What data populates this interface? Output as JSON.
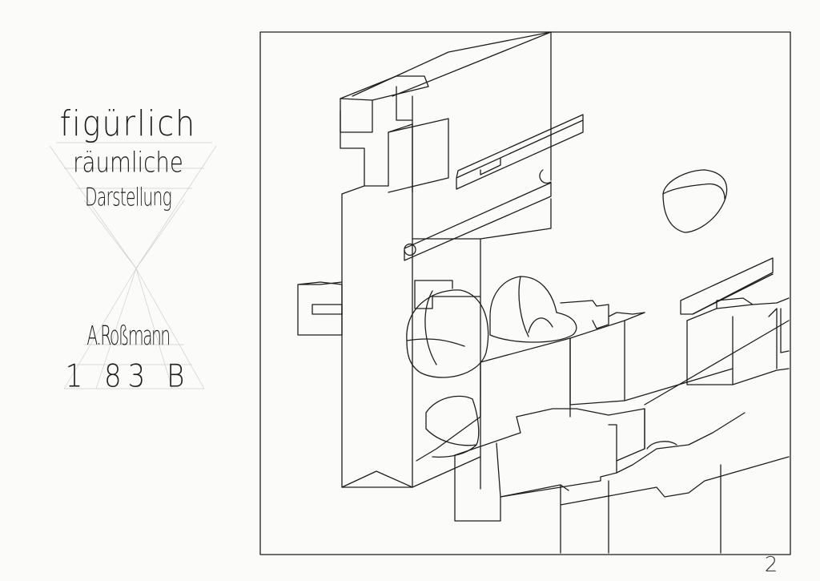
{
  "title_lines": [
    "figürlich",
    "räumliche",
    "Darstellung"
  ],
  "author": "A.Roßmann",
  "class_code": "1 83 B",
  "page_number": "2",
  "colors": {
    "ink": "#1e1e1e",
    "paper": "#fbfbf9",
    "guide": "#c8c8c8"
  }
}
